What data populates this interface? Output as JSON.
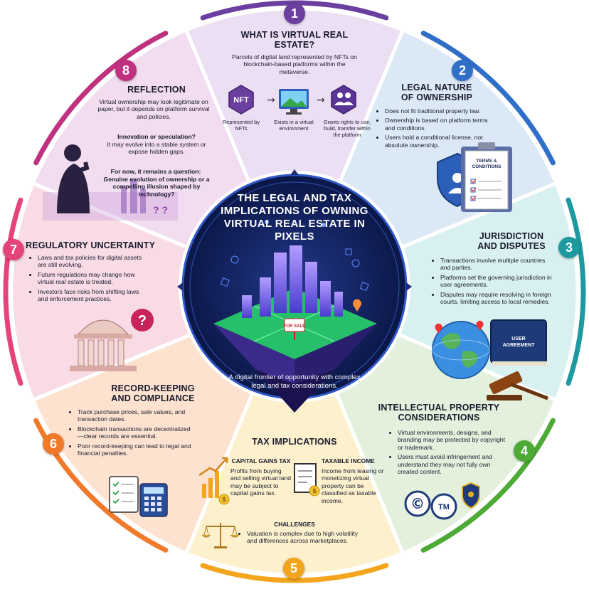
{
  "title": "THE LEGAL AND TAX IMPLICATIONS OF OWNING VIRTUAL REAL ESTATE IN PIXELS",
  "subtitle": "A digital frontier of opportunity with complex legal and tax considerations.",
  "sections": {
    "s1": {
      "number": "1",
      "heading": "WHAT IS VIRTUAL REAL ESTATE?",
      "text": "Parcels of digital land represented by NFTs on blockchain-based platforms within the metaverse.",
      "nft_label": "NFT",
      "captions": [
        "Represented by NFTs",
        "Exists in a virtual environment",
        "Grants rights to use, build, transfer within the platform"
      ]
    },
    "s2": {
      "number": "2",
      "heading": "LEGAL NATURE OF OWNERSHIP",
      "bullets": [
        "Does not fit traditional property law.",
        "Ownership is based on platform terms and conditions.",
        "Users hold a conditional license, not absolute ownership."
      ],
      "doc_label": "TERMS & CONDITIONS"
    },
    "s3": {
      "number": "3",
      "heading": "JURISDICTION AND DISPUTES",
      "bullets": [
        "Transactions involve multiple countries and parties.",
        "Platforms set the governing jurisdiction in user agreements.",
        "Disputes may require resolving in foreign courts, limiting access to local remedies."
      ],
      "book_label": "USER AGREEMENT"
    },
    "s4": {
      "number": "4",
      "heading": "INTELLECTUAL PROPERTY CONSIDERATIONS",
      "bullets": [
        "Virtual environments, designs, and branding may be protected by copyright or trademark.",
        "Users must avoid infringement and understand they may not fully own created content."
      ],
      "copyright_symbol": "©",
      "trademark_symbol": "TM"
    },
    "s5": {
      "number": "5",
      "heading": "TAX IMPLICATIONS",
      "capital_heading": "CAPITAL GAINS TAX",
      "capital_text": "Profits from buying and selling virtual land may be subject to capital gains tax.",
      "income_heading": "TAXABLE INCOME",
      "income_text": "Income from leasing or monetizing virtual property can be classified as taxable income.",
      "challenges_heading": "CHALLENGES",
      "challenges_bullet": "Valuation is complex due to high volatility and differences across marketplaces."
    },
    "s6": {
      "number": "6",
      "heading": "RECORD-KEEPING AND COMPLIANCE",
      "bullets": [
        "Track purchase prices, sale values, and transaction dates.",
        "Blockchain transactions are decentralized—clear records are essential.",
        "Poor record-keeping can lead to legal and financial penalties."
      ]
    },
    "s7": {
      "number": "7",
      "heading": "REGULATORY UNCERTAINTY",
      "bullets": [
        "Laws and tax policies for digital assets are still evolving.",
        "Future regulations may change how virtual real estate is treated.",
        "Investors face risks from shifting laws and enforcement practices."
      ],
      "question_mark": "?"
    },
    "s8": {
      "number": "8",
      "heading": "REFLECTION",
      "p1": "Virtual ownership may look legitimate on paper, but it depends on platform survival and policies.",
      "p2_head": "Innovation or speculation?",
      "p2": "It may evolve into a stable system or expose hidden gaps.",
      "p3_head": "For now, it remains a question:",
      "p3": "Genuine evolution of ownership or a compelling illusion shaped by technology?",
      "marks": "? ?"
    },
    "for_sale_sign": "FOR SALE"
  },
  "colors": {
    "s1": "#ecdff3",
    "s2": "#dbe9f7",
    "s3": "#d8f0ef",
    "s4": "#e3f1dc",
    "s5": "#fdf1cd",
    "s6": "#fde3cf",
    "s7": "#f8dbe4",
    "s8": "#f2dcf0",
    "n1": "#6a3fa0",
    "n2": "#2f6fc8",
    "n3": "#1d9aa0",
    "n4": "#4caa35",
    "n5": "#f2a51d",
    "n6": "#f07a2a",
    "n7": "#e5447a",
    "n8": "#c0327f",
    "center": "#0e1c55",
    "accent": "#3e78ff"
  },
  "icons": [
    "nft-icon",
    "monitor-icon",
    "users-icon",
    "shield-icon",
    "document-icon",
    "globe-icon",
    "book-icon",
    "gavel-icon",
    "copyright-icon",
    "trademark-icon",
    "badge-icon",
    "chart-icon",
    "invoice-icon",
    "scale-icon",
    "checklist-icon",
    "calculator-icon",
    "building-icon",
    "person-icon",
    "city-icon"
  ]
}
